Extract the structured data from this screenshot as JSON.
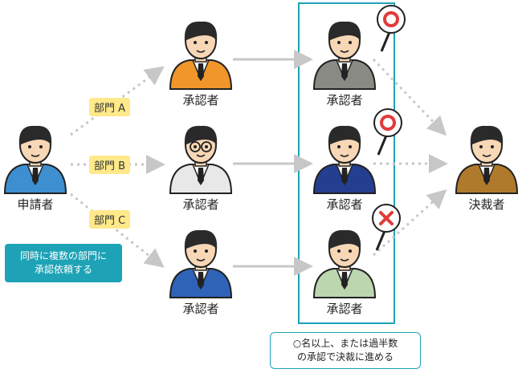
{
  "people": {
    "applicant": {
      "label": "申請者",
      "icon": "applicant-person-icon",
      "color": "#3d8fd0"
    },
    "approver_top": {
      "label": "承認者",
      "icon": "approver-person-icon",
      "color": "#f0962a"
    },
    "approver_mid": {
      "label": "承認者",
      "icon": "approver-person-icon",
      "color": "#e8e8e8"
    },
    "approver_bot": {
      "label": "承認者",
      "icon": "approver-person-icon",
      "color": "#2f63b8"
    },
    "approver_r1": {
      "label": "承認者",
      "icon": "approver-person-icon",
      "color": "#8a8a84"
    },
    "approver_r2": {
      "label": "承認者",
      "icon": "approver-person-icon",
      "color": "#243f8f"
    },
    "approver_r3": {
      "label": "承認者",
      "icon": "approver-person-icon",
      "color": "#bcd6b0"
    },
    "decider": {
      "label": "決裁者",
      "icon": "decider-person-icon",
      "color": "#b07a2c"
    }
  },
  "departments": [
    {
      "label": "部門 A"
    },
    {
      "label": "部門 B"
    },
    {
      "label": "部門 C"
    }
  ],
  "signs": {
    "approve_1": {
      "icon": "approve-circle-sign-icon",
      "color": "#e23a3a"
    },
    "approve_2": {
      "icon": "approve-circle-sign-icon",
      "color": "#e23a3a"
    },
    "reject": {
      "icon": "reject-x-sign-icon",
      "color": "#e23a3a"
    }
  },
  "notes": {
    "simultaneous": {
      "line1": "同時に複数の部門に",
      "line2": "承認依頼する"
    },
    "rule": {
      "line1": "○名以上、または過半数",
      "line2": "の承認で決裁に進める"
    }
  },
  "colors": {
    "accent": "#1ea3b6",
    "arrow": "#c7c7c7"
  }
}
